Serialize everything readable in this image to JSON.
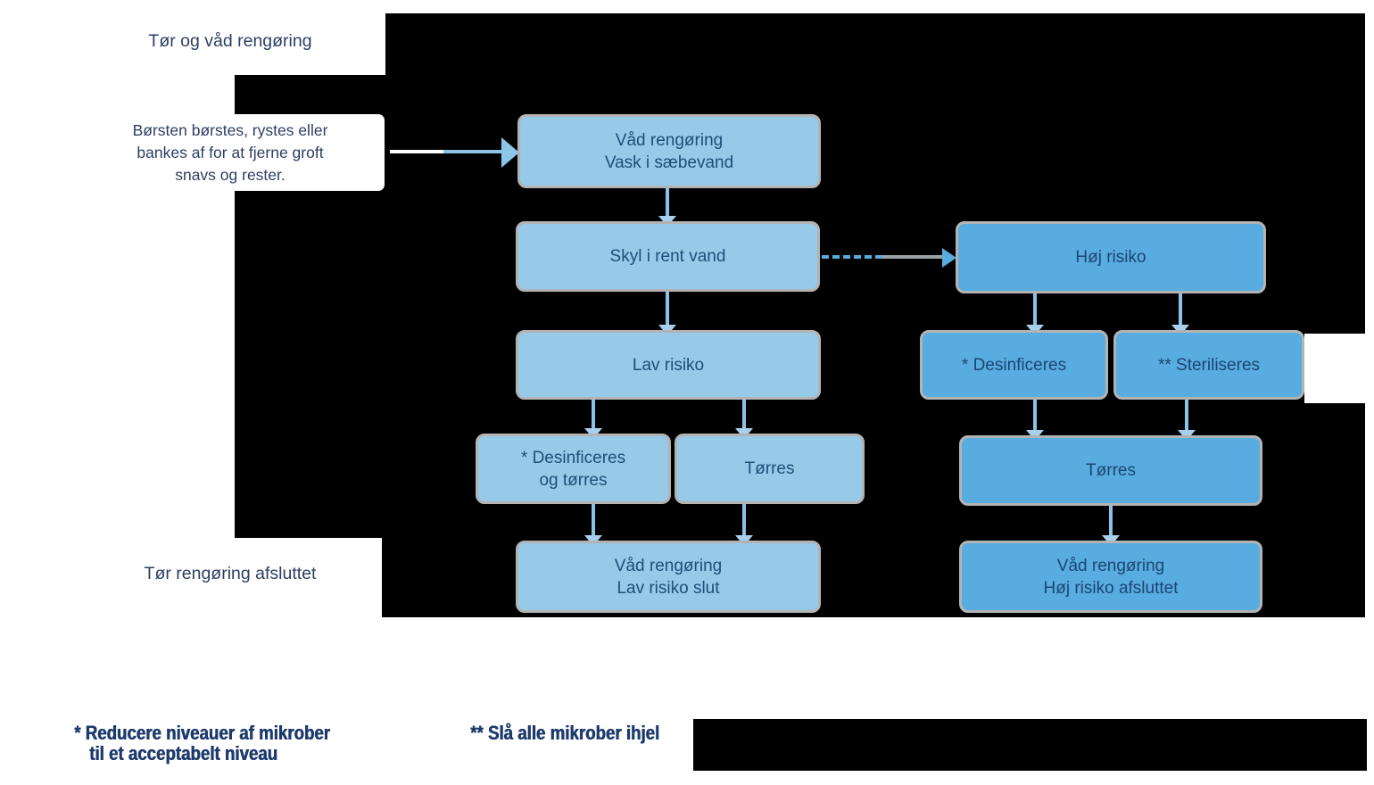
{
  "labels": {
    "title": "Tør og våd rengøring",
    "note_line1": "Børsten børstes, rystes eller",
    "note_line2": "bankes af for at fjerne groft",
    "note_line3": "snavs og rester.",
    "end_label": "Tør rengøring afsluttet"
  },
  "boxes": {
    "vad_rengoring": {
      "line1": "Våd rengøring",
      "line2": "Vask i sæbevand"
    },
    "skyl": {
      "line1": "Skyl i rent vand"
    },
    "lav_risiko": {
      "line1": "Lav risiko"
    },
    "desinficeres_torres": {
      "line1": "*  Desinficeres",
      "line2": "og tørres"
    },
    "torres_lav": {
      "line1": "Tørres"
    },
    "lav_slut": {
      "line1": "Våd rengøring",
      "line2": "Lav risiko slut"
    },
    "hoj_risiko": {
      "line1": "Høj risiko"
    },
    "desinficeres": {
      "line1": "* Desinficeres"
    },
    "steriliseres": {
      "line1": "** Steriliseres"
    },
    "torres_hoj": {
      "line1": "Tørres"
    },
    "hoj_slut": {
      "line1": "Våd rengøring",
      "line2": "Høj risiko afsluttet"
    }
  },
  "footnotes": {
    "f1_line1": "* Reducere niveauer af mikrober",
    "f1_line2": "til et acceptabelt niveau",
    "f2": "** Slå alle mikrober ihjel"
  },
  "colors": {
    "light_box": "#97c9e9",
    "dark_box": "#58ace0",
    "connector_blue": "#8cc2e7",
    "arrow_blue": "#57ace0",
    "box_border_gray": "#b3b3b3",
    "box_text_navy": "#1d4f78",
    "label_navy": "#2d3e63",
    "footnote_navy": "#1d3a6c",
    "background_black": "#000000"
  }
}
